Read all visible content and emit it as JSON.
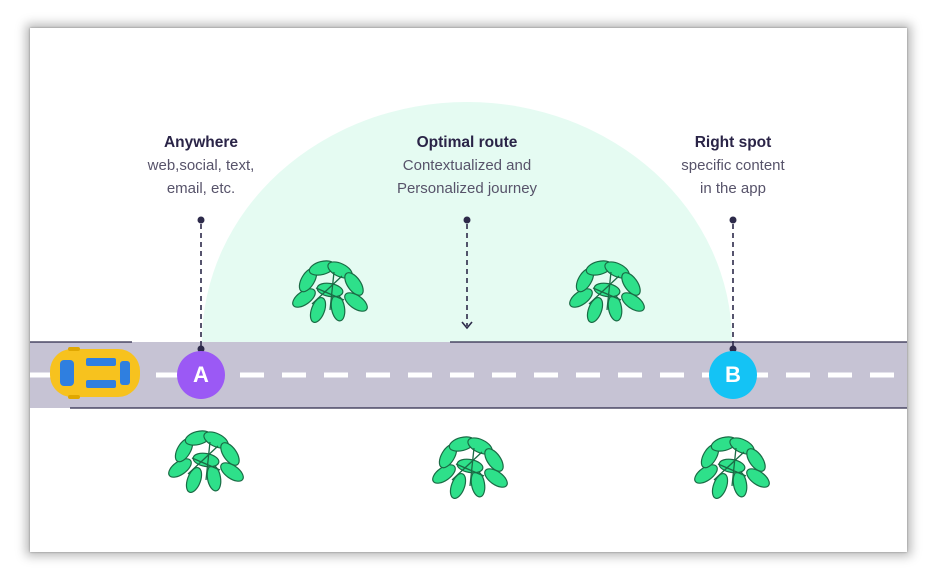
{
  "colors": {
    "arc_fill": "#e5fbf2",
    "road": "#c6c3d4",
    "road_edge": "#2d2a4a",
    "dash": "#ffffff",
    "marker_a": "#9b59f5",
    "marker_b": "#14c3f5",
    "bush": "#2ee08a",
    "bush_stroke": "#1a6b45",
    "car_body": "#f7c21e",
    "car_window": "#2f7fe0"
  },
  "points": {
    "start": {
      "title": "Anywhere",
      "lines": [
        "web,social, text,",
        "email, etc."
      ],
      "marker": "A"
    },
    "middle": {
      "title": "Optimal route",
      "lines": [
        "Contextualized and",
        "Personalized journey"
      ]
    },
    "end": {
      "title": "Right spot",
      "lines": [
        "specific content",
        "in the app"
      ],
      "marker": "B"
    }
  },
  "icons": {
    "vehicle": "car-icon",
    "foliage": "bush-icon"
  }
}
